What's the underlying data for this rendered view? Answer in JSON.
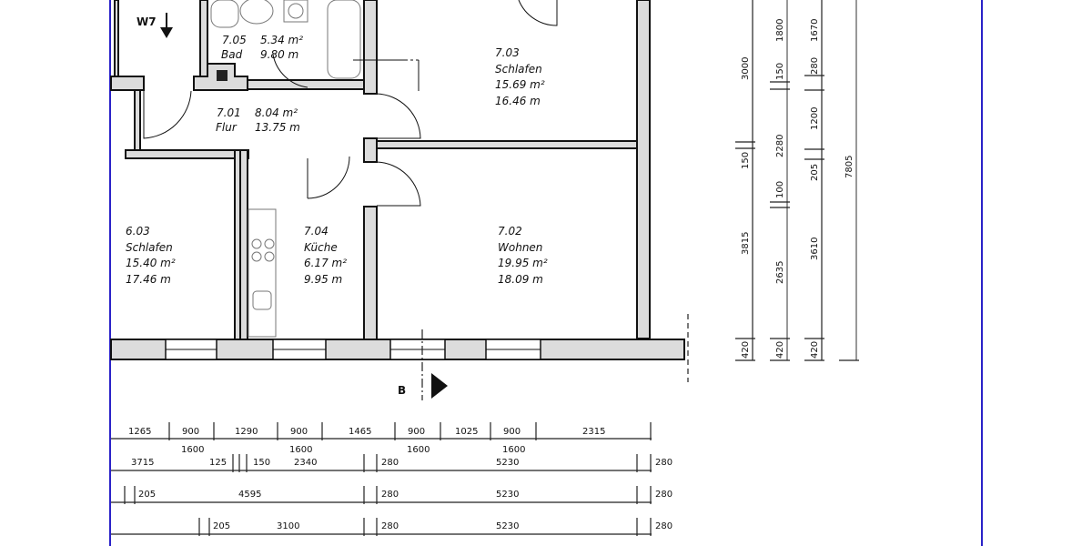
{
  "labels": {
    "window_tag": "W7",
    "section_marker": "B"
  },
  "rooms": [
    {
      "number": "7.05",
      "name": "Bad",
      "area": "5.34 m²",
      "perimeter": "9.80 m"
    },
    {
      "number": "7.01",
      "name": "Flur",
      "area": "8.04 m²",
      "perimeter": "13.75 m"
    },
    {
      "number": "7.03",
      "name": "Schlafen",
      "area": "15.69 m²",
      "perimeter": "16.46 m"
    },
    {
      "number": "6.03",
      "name": "Schlafen",
      "area": "15.40 m²",
      "perimeter": "17.46 m"
    },
    {
      "number": "7.04",
      "name": "Küche",
      "area": "6.17 m²",
      "perimeter": "9.95 m"
    },
    {
      "number": "7.02",
      "name": "Wohnen",
      "area": "19.95 m²",
      "perimeter": "18.09 m"
    }
  ],
  "dimensions_horizontal": {
    "row1": [
      "1265",
      "900",
      "1290",
      "900",
      "1465",
      "900",
      "1025",
      "900",
      "2315"
    ],
    "row1_sub": [
      "1600",
      "1600",
      "1600",
      "1600"
    ],
    "row2": [
      "3715",
      "125",
      "150",
      "2340",
      "280",
      "5230",
      "280"
    ],
    "row3": [
      "205",
      "4595",
      "280",
      "5230",
      "280"
    ],
    "row4": [
      "205",
      "3100",
      "280",
      "5230",
      "280"
    ]
  },
  "dimensions_vertical": {
    "col1": [
      "3000",
      "150",
      "3815",
      "420"
    ],
    "col2": [
      "1800",
      "150",
      "2280",
      "100",
      "2635",
      "420"
    ],
    "col3": [
      "1670",
      "280",
      "1200",
      "205",
      "3610",
      "420"
    ],
    "col4": [
      "7805"
    ]
  },
  "colors": {
    "wall_fill": "#dcdcdc",
    "line": "#111111",
    "page_border": "#2a22c8"
  }
}
